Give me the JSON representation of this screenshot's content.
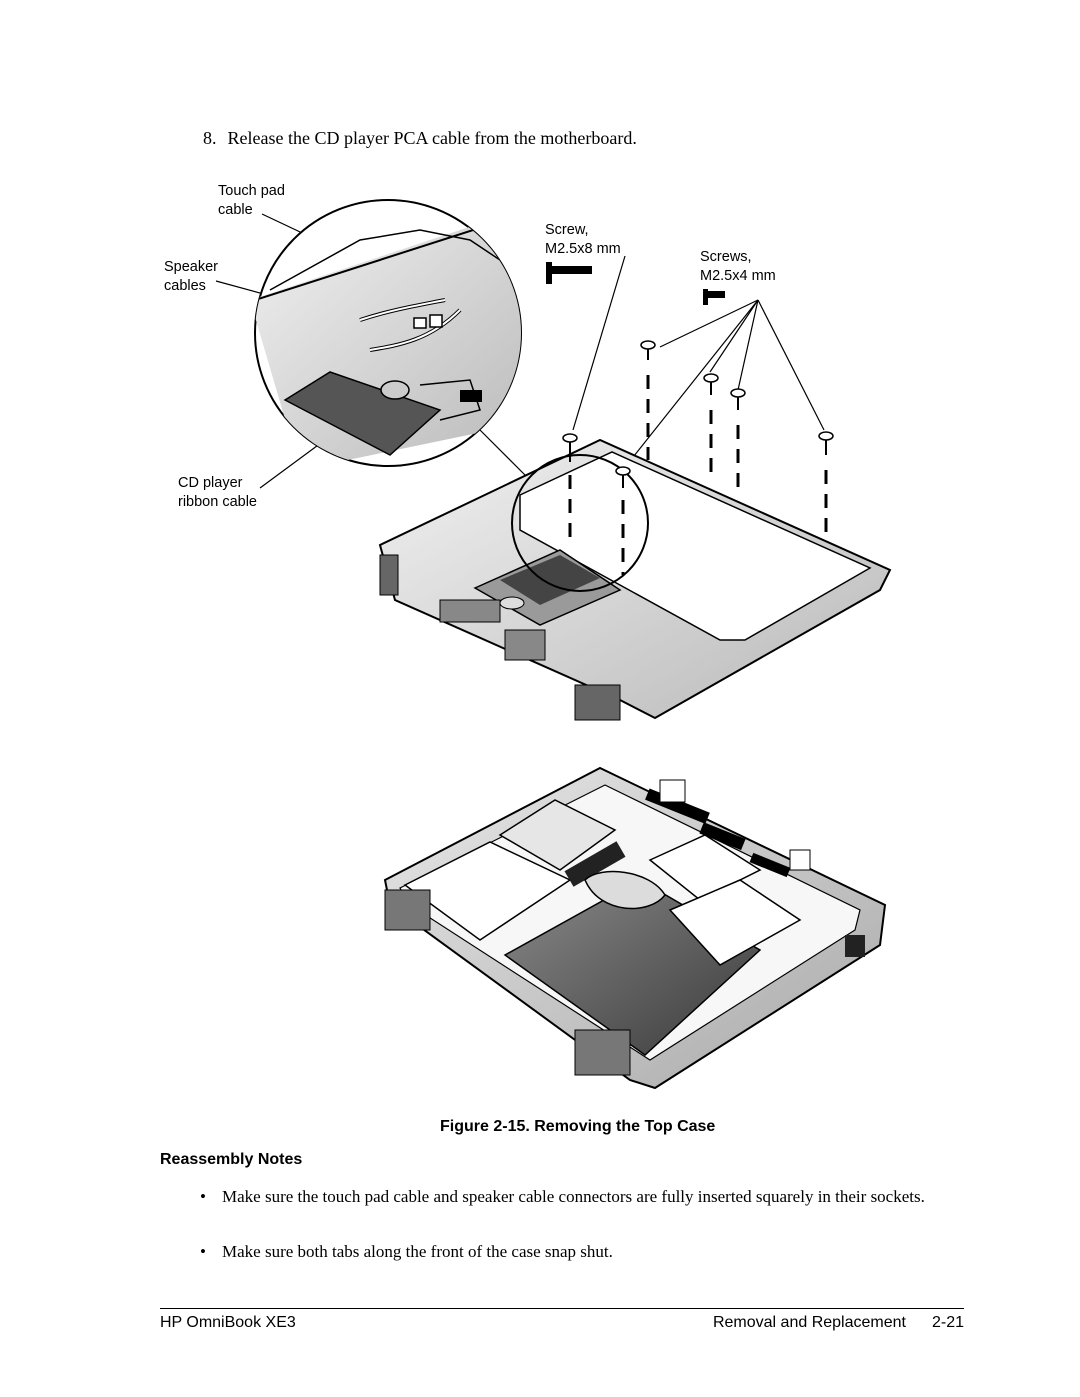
{
  "step": {
    "number": "8.",
    "text": "Release the CD player PCA cable from the motherboard."
  },
  "figure": {
    "labels": {
      "touch_pad_cable": "Touch pad\ncable",
      "speaker_cables": "Speaker\ncables",
      "cd_player_ribbon_cable": "CD player\nribbon cable",
      "screw_m25x8": "Screw,\nM2.5x8 mm",
      "screws_m25x4": "Screws,\nM2.5x4 mm"
    },
    "caption": "Figure 2-15. Removing the Top Case"
  },
  "reassembly": {
    "heading": "Reassembly Notes",
    "bullets": [
      "Make sure the touch pad cable and speaker cable connectors are fully inserted squarely in their sockets.",
      "Make sure both tabs along the front of the case snap shut."
    ],
    "bullet_char": "•"
  },
  "footer": {
    "left": "HP OmniBook XE3",
    "section": "Removal and Replacement",
    "page": "2-21"
  }
}
